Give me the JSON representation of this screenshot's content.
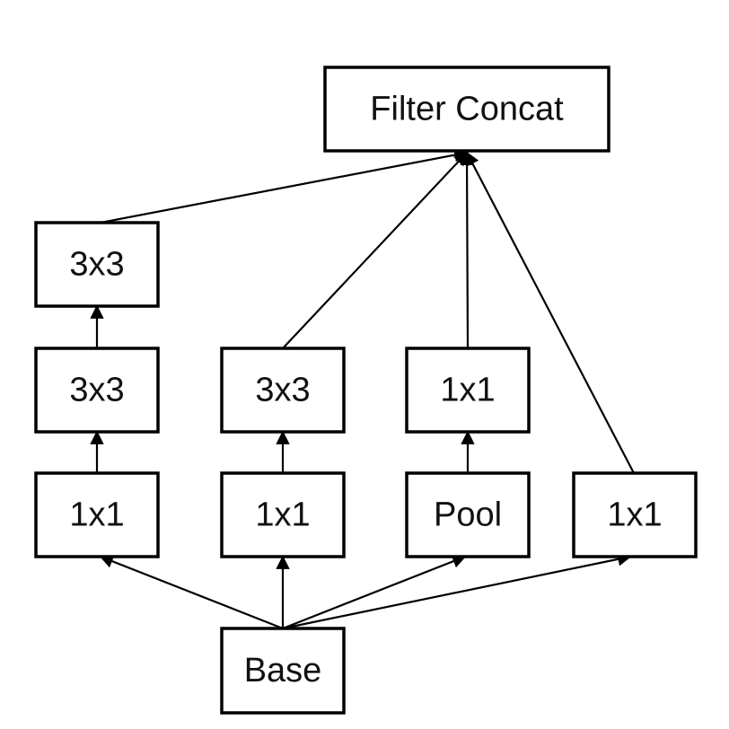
{
  "diagram": {
    "nodes": [
      {
        "id": "filter-concat",
        "label": "Filter Concat"
      },
      {
        "id": "b1-3x3-top",
        "label": "3x3"
      },
      {
        "id": "b1-3x3-mid",
        "label": "3x3"
      },
      {
        "id": "b1-1x1",
        "label": "1x1"
      },
      {
        "id": "b2-3x3",
        "label": "3x3"
      },
      {
        "id": "b2-1x1",
        "label": "1x1"
      },
      {
        "id": "b3-1x1",
        "label": "1x1"
      },
      {
        "id": "b3-pool",
        "label": "Pool"
      },
      {
        "id": "b4-1x1",
        "label": "1x1"
      },
      {
        "id": "base",
        "label": "Base"
      }
    ],
    "edges": [
      {
        "from": "base",
        "to": "b1-1x1"
      },
      {
        "from": "base",
        "to": "b2-1x1"
      },
      {
        "from": "base",
        "to": "b3-pool"
      },
      {
        "from": "base",
        "to": "b4-1x1"
      },
      {
        "from": "b1-1x1",
        "to": "b1-3x3-mid"
      },
      {
        "from": "b1-3x3-mid",
        "to": "b1-3x3-top"
      },
      {
        "from": "b2-1x1",
        "to": "b2-3x3"
      },
      {
        "from": "b3-pool",
        "to": "b3-1x1"
      },
      {
        "from": "b1-3x3-top",
        "to": "filter-concat"
      },
      {
        "from": "b2-3x3",
        "to": "filter-concat"
      },
      {
        "from": "b3-1x1",
        "to": "filter-concat"
      },
      {
        "from": "b4-1x1",
        "to": "filter-concat"
      }
    ],
    "colors": {
      "stroke": "#000000",
      "fill": "#ffffff",
      "text": "#111111"
    }
  }
}
